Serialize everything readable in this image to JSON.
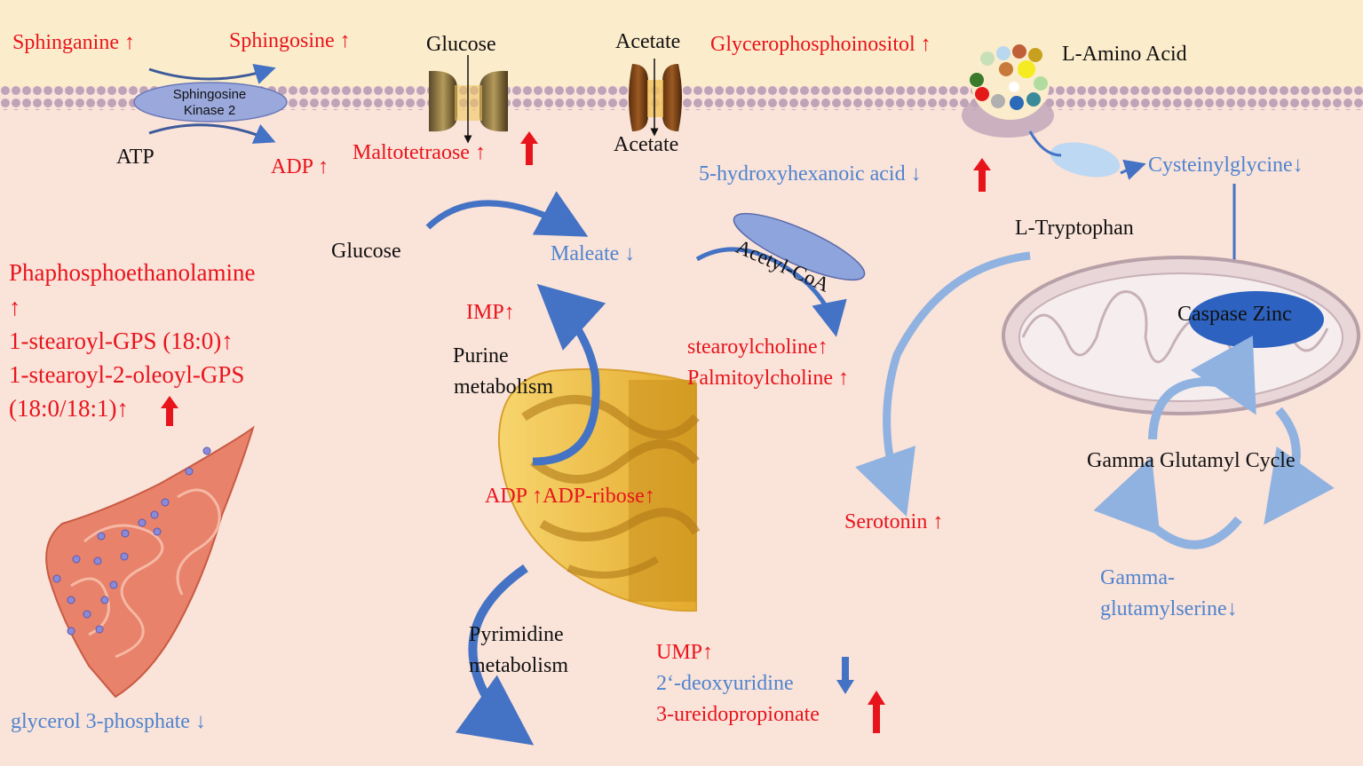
{
  "colors": {
    "increase": "#e8141c",
    "decrease": "#4f84cf",
    "neutral": "#111111",
    "background": "#fae3d9",
    "membrane_band": "#fbeccb",
    "arrow_blue": "#4472c4"
  },
  "membrane": {
    "sphinganine": "Sphinganine ↑",
    "sphingosine": "Sphingosine ↑",
    "kinase": "Sphingosine Kinase 2",
    "atp": "ATP",
    "adp": "ADP ↑",
    "glucose_top": "Glucose",
    "maltotetraose": "Maltotetraose ↑",
    "acetate_top": "Acetate",
    "acetate_bottom": "Acetate",
    "glycerophosphoinositol": "Glycerophosphoinositol ↑",
    "amino_acid": "L-Amino Acid",
    "hydroxyhexanoic": "5-hydroxyhexanoic acid ↓",
    "cysteinylglycine": "Cysteinylglycine↓"
  },
  "center": {
    "glucose": "Glucose",
    "maleate": "Maleate ↓",
    "acetyl_coa": "Acetyl-CoA",
    "imp": "IMP↑",
    "purine_1": "Purine",
    "purine_2": "metabolism",
    "stearoylcholine": "stearoylcholine↑",
    "palmitoylcholine": "Palmitoylcholine ↑",
    "adp_ribose": "ADP ↑ADP-ribose↑",
    "pyrimidine_1": "Pyrimidine",
    "pyrimidine_2": "metabolism",
    "ump": "UMP↑",
    "deoxyuridine": "2‘-deoxyuridine",
    "ureidopropionate": "3-ureidopropionate",
    "serotonin": "Serotonin ↑"
  },
  "left": {
    "phospho": "Phaphosphoethanolamine",
    "phospho_arrow": "↑",
    "gps1": "1-stearoyl-GPS (18:0)↑",
    "gps2a": "1-stearoyl-2-oleoyl-GPS",
    "gps2b": "(18:0/18:1)↑",
    "glycerol": "glycerol 3-phosphate ↓"
  },
  "right": {
    "tryptophan": "L-Tryptophan",
    "caspase": "Caspase Zinc",
    "gamma_cycle": "Gamma Glutamyl Cycle",
    "gamma_serine_1": "Gamma-",
    "gamma_serine_2": "glutamylserine↓"
  },
  "icons": [
    "membrane-bilayer",
    "transporter-channel",
    "er-organelle-icon",
    "dna-helix-icon",
    "mitochondrion-icon",
    "amino-acid-vesicle-icon"
  ]
}
